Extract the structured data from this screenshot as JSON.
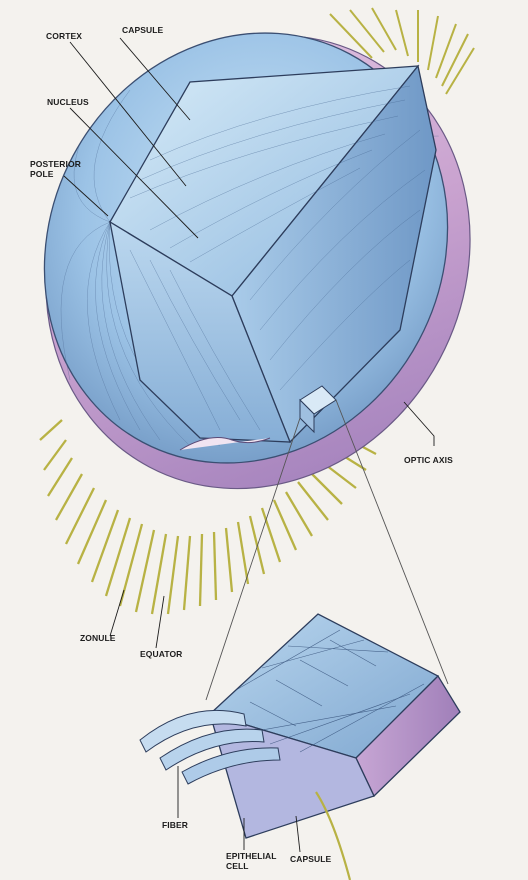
{
  "labels": {
    "capsule_top": "CAPSULE",
    "cortex": "CORTEX",
    "nucleus": "NUCLEUS",
    "posterior_pole_line1": "POSTERIOR",
    "posterior_pole_line2": "POLE",
    "optic_axis": "OPTIC AXIS",
    "zonule": "ZONULE",
    "equator": "EQUATOR",
    "fiber": "FIBER",
    "epithelial_cell_line1": "EPITHELIAL",
    "epithelial_cell_line2": "CELL",
    "capsule_bottom": "CAPSULE"
  },
  "colors": {
    "background": "#f4f2ee",
    "lens_blue": "#9cc3e6",
    "lens_blue_dark": "#5f86b5",
    "capsule_pink": "#c9a2cf",
    "capsule_purple": "#9a7ab8",
    "zonule_yellow": "#b8b244",
    "line_ink": "#1c1c1c"
  }
}
